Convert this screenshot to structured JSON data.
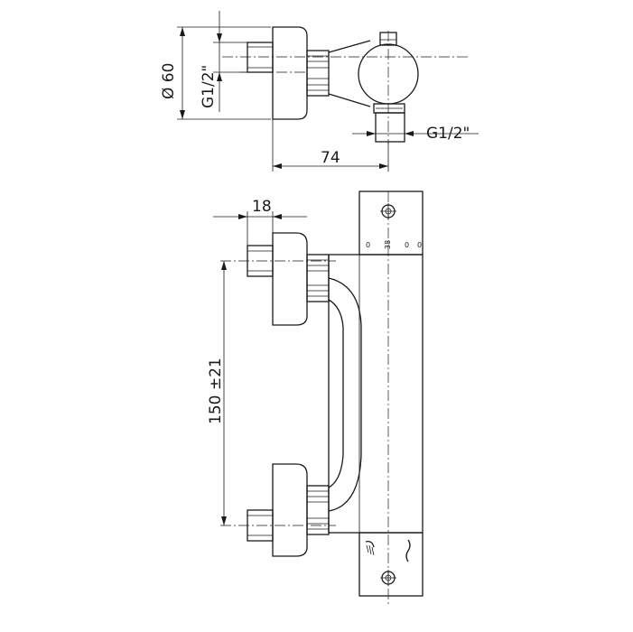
{
  "dimensions": {
    "diameter": "Ø 60",
    "thread_inlet_top": "G1/2\"",
    "thread_outlet": "G1/2\"",
    "depth": "74",
    "offset": "18",
    "centers": "150 ±21"
  },
  "scale": {
    "marks": [
      "0",
      "38",
      "0",
      "0"
    ]
  }
}
